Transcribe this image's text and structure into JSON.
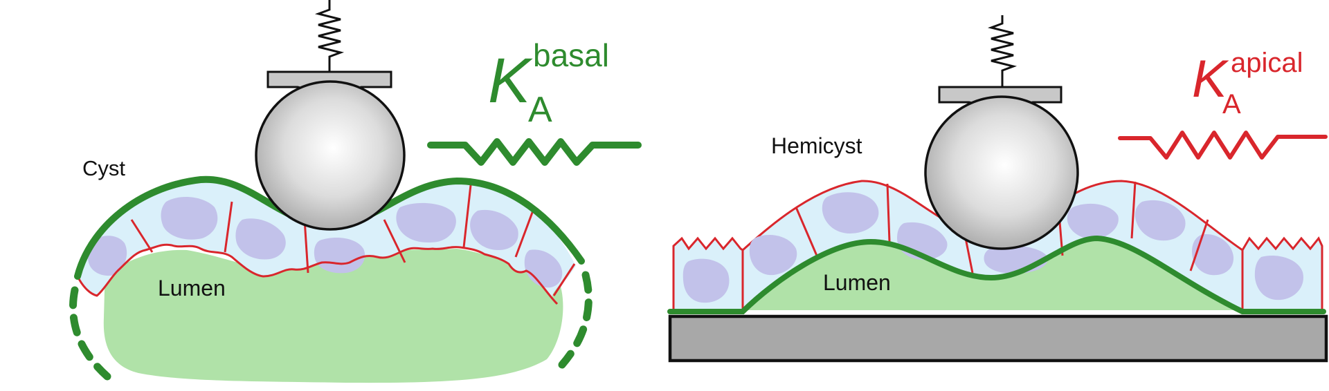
{
  "left_panel": {
    "structure_label": "Cyst",
    "lumen_label": "Lumen",
    "modulus": {
      "symbol": "K",
      "subscript": "A",
      "superscript": "basal"
    }
  },
  "right_panel": {
    "structure_label": "Hemicyst",
    "lumen_label": "Lumen",
    "modulus": {
      "symbol": "K",
      "subscript": "A",
      "superscript": "apical"
    }
  },
  "colors": {
    "basal_green": "#2e8b2e",
    "apical_red": "#d9262c",
    "lumen_fill": "#b0e2a8",
    "cell_fill": "#daf0fa",
    "nucleus_fill": "#c2c2ea",
    "substrate_fill": "#a8a8a8",
    "sphere_fill": "#d8d8d8",
    "cantilever_fill": "#c8c8c8"
  },
  "icons": [
    "afm-spring",
    "afm-cantilever",
    "indenter-sphere",
    "basal-spring",
    "apical-spring",
    "substrate"
  ]
}
